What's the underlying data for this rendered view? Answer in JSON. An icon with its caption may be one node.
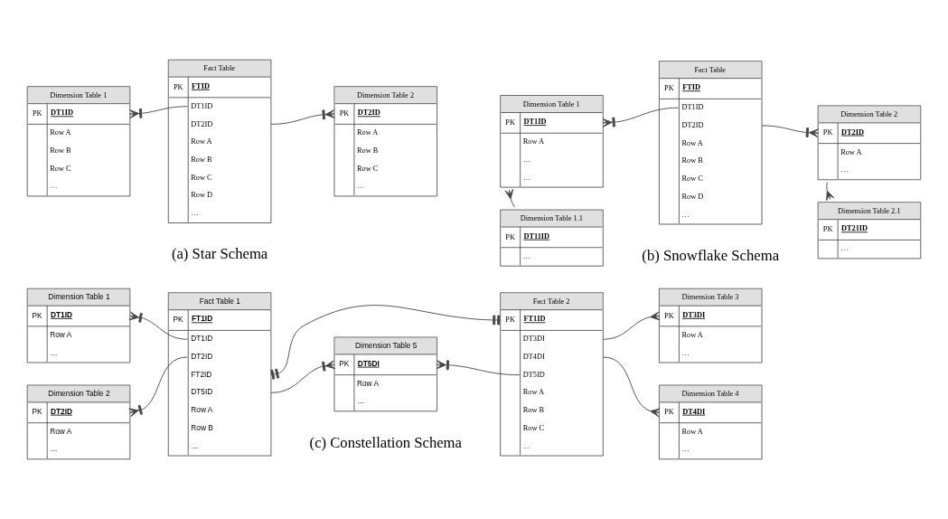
{
  "diagram": {
    "nodes": [
      {
        "text": [
          "Dimension Table 1",
          "PK",
          "DT1ID",
          "Row A",
          "Row B",
          "Row C",
          "…"
        ]
      },
      {
        "text": [
          "Fact Table",
          "PK",
          "FTID",
          "DT1ID",
          "DT2ID",
          "Row A",
          "Row B",
          "Row C",
          "Row D",
          "…"
        ]
      },
      {
        "text": [
          "Dimension Table 2",
          "PK",
          "DT2ID",
          "Row A",
          "Row B",
          "Row C",
          "…"
        ]
      },
      {
        "text": [
          "Dimension Table 1",
          "PK",
          "DT1ID",
          "Row A",
          "…",
          "…"
        ]
      },
      {
        "text": [
          "Fact Table",
          "PK",
          "FTID",
          "DT1ID",
          "DT2ID",
          "Row A",
          "Row B",
          "Row C",
          "Row D",
          "…"
        ]
      },
      {
        "text": [
          "Dimension Table 2",
          "PK",
          "DT2ID",
          "Row A",
          "…"
        ]
      },
      {
        "text": [
          "Dimension Table 1.1",
          "PK",
          "DT11ID",
          "…"
        ]
      },
      {
        "text": [
          "Dimension Table 2.1",
          "PK",
          "DT21ID",
          "…"
        ]
      },
      {
        "text": [
          "Dimension Table 1",
          "PK",
          "DT1ID",
          "Row A",
          "…"
        ]
      },
      {
        "text": [
          "Fact Table 1",
          "PK",
          "FT1ID",
          "DT1ID",
          "DT2ID",
          "FT2ID",
          "DT5ID",
          "Row A",
          "Row B",
          "…"
        ]
      },
      {
        "text": [
          "Fact Table 2",
          "PK",
          "FT1ID",
          "DT3DI",
          "DT4DI",
          "DT5ID",
          "Row A",
          "Row B",
          "Row C",
          "…"
        ]
      },
      {
        "text": [
          "Dimension Table 3",
          "PK",
          "DT3DI",
          "Row A",
          "…"
        ]
      },
      {
        "text": [
          "Dimension Table 2",
          "PK",
          "DT2ID",
          "Row A",
          "…"
        ]
      },
      {
        "text": [
          "Dimension Table 5",
          "PK",
          "DT5DI",
          "Row A",
          "…"
        ]
      },
      {
        "text": [
          "Dimension Table 4",
          "PK",
          "DT4DI",
          "Row A",
          "…"
        ]
      }
    ],
    "edges": [
      {
        "from": 1,
        "to": 0,
        "arrow": "other"
      },
      {
        "from": 1,
        "to": 2,
        "arrow": "other"
      },
      {
        "from": 4,
        "to": 3,
        "arrow": "other"
      },
      {
        "from": 4,
        "to": 5,
        "arrow": "other"
      },
      {
        "from": 6,
        "to": 3,
        "arrow": "other"
      },
      {
        "from": 5,
        "to": 7,
        "arrow": "other"
      },
      {
        "from": 9,
        "to": 8,
        "arrow": "other"
      },
      {
        "from": 9,
        "to": 12,
        "arrow": "other"
      },
      {
        "from": 9,
        "to": 10,
        "arrow": "other"
      },
      {
        "from": 9,
        "to": 13,
        "arrow": "other"
      },
      {
        "from": 10,
        "to": 13,
        "arrow": "other"
      },
      {
        "from": 10,
        "to": 11,
        "arrow": "other"
      },
      {
        "from": 10,
        "to": 14,
        "arrow": "other"
      }
    ],
    "labels": [
      "(a) Star Schema",
      "(b) Snowflake Schema",
      "(c) Constellation Schema"
    ]
  }
}
